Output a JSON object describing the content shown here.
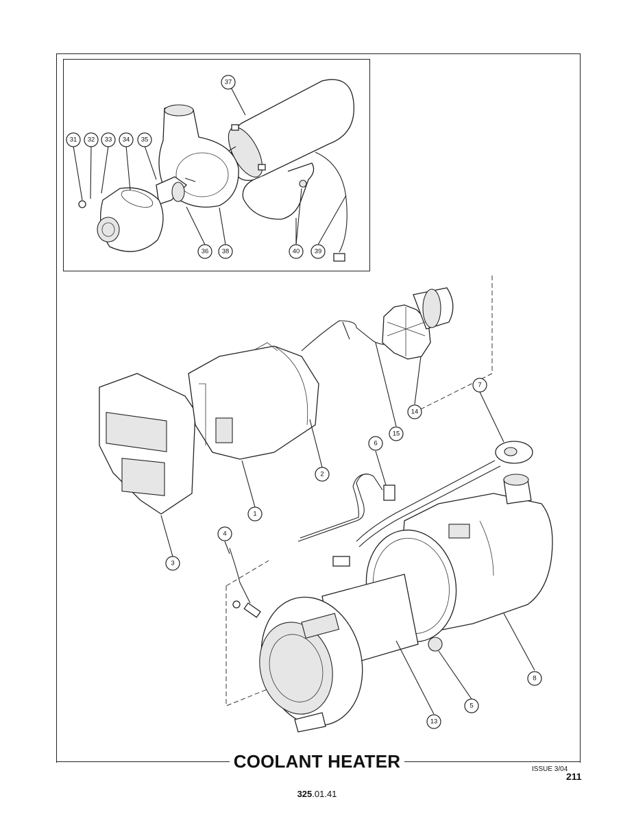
{
  "title": "COOLANT HEATER",
  "issue": "ISSUE 3/04",
  "page_number": "211",
  "part_number_bold": "325",
  "part_number_rest": ".01.41",
  "callouts": [
    "1",
    "2",
    "3",
    "4",
    "5",
    "6",
    "7",
    "8",
    "13",
    "14",
    "15",
    "31",
    "32",
    "33",
    "34",
    "35",
    "36",
    "37",
    "38",
    "39",
    "40"
  ]
}
